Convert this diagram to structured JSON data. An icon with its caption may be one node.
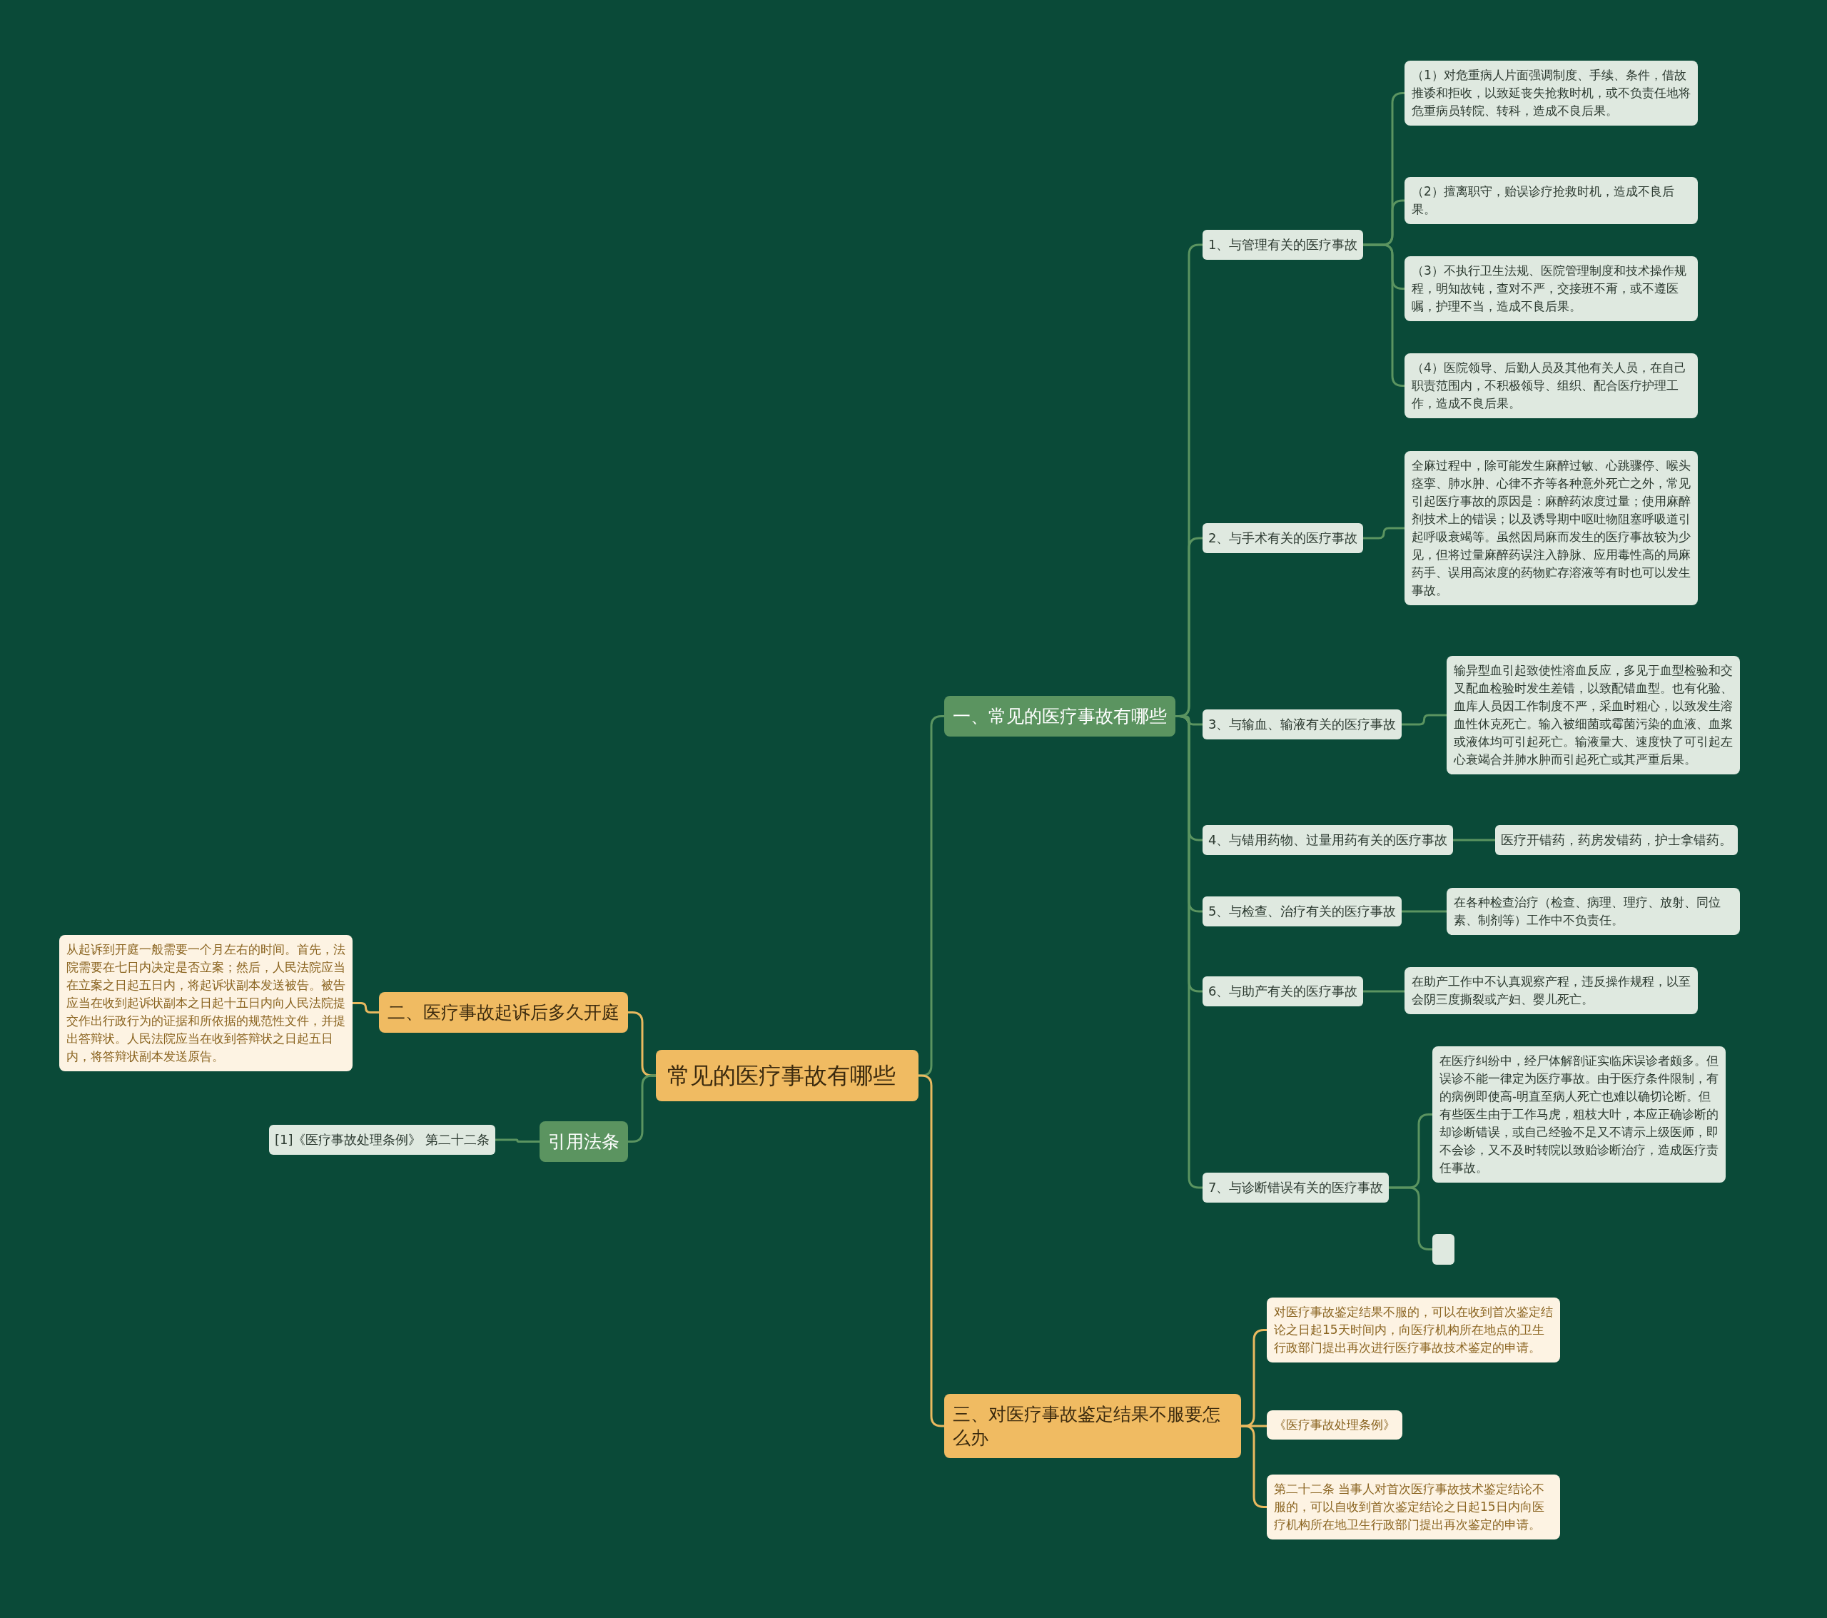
{
  "diagram": {
    "nodes": [
      {
        "text": [
          "常见的医疗事故有哪些"
        ]
      },
      {
        "text": [
          "一、常见的医疗事故有哪些"
        ]
      },
      {
        "text": [
          "1、与管理有关的医疗事故"
        ]
      },
      {
        "text": [
          "（1）对危重病人片面强调制度、手续、条件，借故推诿和拒收，以致延丧失抢救时机，或不负责任地将危重病员转院、转科，造成不良后果。"
        ]
      },
      {
        "text": [
          "（2）擅离职守，贻误诊疗抢救时机，造成不良后果。"
        ]
      },
      {
        "text": [
          "（3）不执行卫生法规、医院管理制度和技术操作规程，明知故钝，查对不严，交接班不甭，或不遵医嘱，护理不当，造成不良后果。"
        ]
      },
      {
        "text": [
          "（4）医院领导、后勤人员及其他有关人员，在自己职责范围内，不积极领导、组织、配合医疗护理工作，造成不良后果。"
        ]
      },
      {
        "text": [
          "2、与手术有关的医疗事故"
        ]
      },
      {
        "text": [
          "全麻过程中，除可能发生麻醉过敏、心跳骤停、喉头痉挛、肺水肿、心律不齐等各种意外死亡之外，常见引起医疗事故的原因是：麻醉药浓度过量；使用麻醉剂技术上的错误；以及诱导期中呕吐物阻塞呼吸道引起呼吸衰竭等。虽然因局麻而发生的医疗事故较为少见，但将过量麻醉药误注入静脉、应用毒性高的局麻药手、误用高浓度的药物贮存溶液等有时也可以发生事故。"
        ]
      },
      {
        "text": [
          "3、与输血、输液有关的医疗事故"
        ]
      },
      {
        "text": [
          "输异型血引起致使性溶血反应，多见于血型检验和交叉配血检验时发生差错，以致配错血型。也有化验、血库人员因工作制度不严，采血时粗心，以致发生溶血性休克死亡。输入被细菌或霉菌污染的血液、血浆或液体均可引起死亡。输液量大、速度快了可引起左心衰竭合并肺水肿而引起死亡或其严重后果。"
        ]
      },
      {
        "text": [
          "4、与错用药物、过量用药有关的医疗事故"
        ]
      },
      {
        "text": [
          "医疗开错药，药房发错药，护士拿错药。"
        ]
      },
      {
        "text": [
          "5、与检查、治疗有关的医疗事故"
        ]
      },
      {
        "text": [
          "在各种检查治疗（检查、病理、理疗、放射、同位素、制剂等）工作中不负责任。"
        ]
      },
      {
        "text": [
          "6、与助产有关的医疗事故"
        ]
      },
      {
        "text": [
          "在助产工作中不认真观察产程，违反操作规程，以至会阴三度撕裂或产妇、婴儿死亡。"
        ]
      },
      {
        "text": [
          "7、与诊断错误有关的医疗事故"
        ]
      },
      {
        "text": [
          "在医疗纠纷中，经尸体解剖证实临床误诊者颇多。但误诊不能一律定为医疗事故。由于医疗条件限制，有的病例即使高-明直至病人死亡也难以确切论断。但有些医生由于工作马虎，粗枝大叶，本应正确诊断的却诊断错误，或自己经验不足又不请示上级医师，即不会诊，又不及时转院以致贻诊断治疗，造成医疗责任事故。"
        ]
      },
      {
        "text": [],
        "shape": "box"
      },
      {
        "text": [
          "二、医疗事故起诉后多久开庭"
        ]
      },
      {
        "text": [
          "从起诉到开庭一般需要一个月左右的时间。首先，法院需要在七日内决定是否立案；然后，人民法院应当在立案之日起五日内，将起诉状副本发送被告。被告应当在收到起诉状副本之日起十五日内向人民法院提交作出行政行为的证据和所依据的规范性文件，并提出答辩状。人民法院应当在收到答辩状之日起五日内，将答辩状副本发送原告。"
        ]
      },
      {
        "text": [
          "引用法条"
        ]
      },
      {
        "text": [
          "[1]《医疗事故处理条例》 第二十二条"
        ]
      },
      {
        "text": [
          "三、对医疗事故鉴定结果不服要怎么办"
        ]
      },
      {
        "text": [
          "对医疗事故鉴定结果不服的，可以在收到首次鉴定结论之日起15天时间内，向医疗机构所在地点的卫生行政部门提出再次进行医疗事故技术鉴定的申请。"
        ]
      },
      {
        "text": [
          "《医疗事故处理条例》"
        ]
      },
      {
        "text": [
          "第二十二条 当事人对首次医疗事故技术鉴定结论不服的，可以自收到首次鉴定结论之日起15日内向医疗机构所在地卫生行政部门提出再次鉴定的申请。"
        ]
      }
    ],
    "edges": [
      {
        "from": 0,
        "to": 1,
        "arrow": "none"
      },
      {
        "from": 1,
        "to": 2,
        "arrow": "none"
      },
      {
        "from": 2,
        "to": 3,
        "arrow": "none"
      },
      {
        "from": 2,
        "to": 4,
        "arrow": "none"
      },
      {
        "from": 2,
        "to": 5,
        "arrow": "none"
      },
      {
        "from": 2,
        "to": 6,
        "arrow": "none"
      },
      {
        "from": 1,
        "to": 7,
        "arrow": "none"
      },
      {
        "from": 7,
        "to": 8,
        "arrow": "none"
      },
      {
        "from": 1,
        "to": 9,
        "arrow": "none"
      },
      {
        "from": 9,
        "to": 10,
        "arrow": "none"
      },
      {
        "from": 1,
        "to": 11,
        "arrow": "none"
      },
      {
        "from": 11,
        "to": 12,
        "arrow": "none"
      },
      {
        "from": 1,
        "to": 13,
        "arrow": "none"
      },
      {
        "from": 13,
        "to": 14,
        "arrow": "none"
      },
      {
        "from": 1,
        "to": 15,
        "arrow": "none"
      },
      {
        "from": 15,
        "to": 16,
        "arrow": "none"
      },
      {
        "from": 1,
        "to": 17,
        "arrow": "none"
      },
      {
        "from": 17,
        "to": 18,
        "arrow": "none"
      },
      {
        "from": 17,
        "to": 19,
        "arrow": "none"
      },
      {
        "from": 0,
        "to": 20,
        "arrow": "none",
        "color": "#e9b95f"
      },
      {
        "from": 20,
        "to": 21,
        "arrow": "none",
        "color": "#e9b95f"
      },
      {
        "from": 0,
        "to": 22,
        "arrow": "none"
      },
      {
        "from": 22,
        "to": 23,
        "arrow": "none"
      },
      {
        "from": 0,
        "to": 24,
        "arrow": "none",
        "color": "#e9b95f"
      },
      {
        "from": 24,
        "to": 25,
        "arrow": "none",
        "color": "#e9b95f"
      },
      {
        "from": 24,
        "to": 26,
        "arrow": "none",
        "color": "#e9b95f"
      },
      {
        "from": 24,
        "to": 27,
        "arrow": "none",
        "color": "#e9b95f"
      }
    ]
  }
}
